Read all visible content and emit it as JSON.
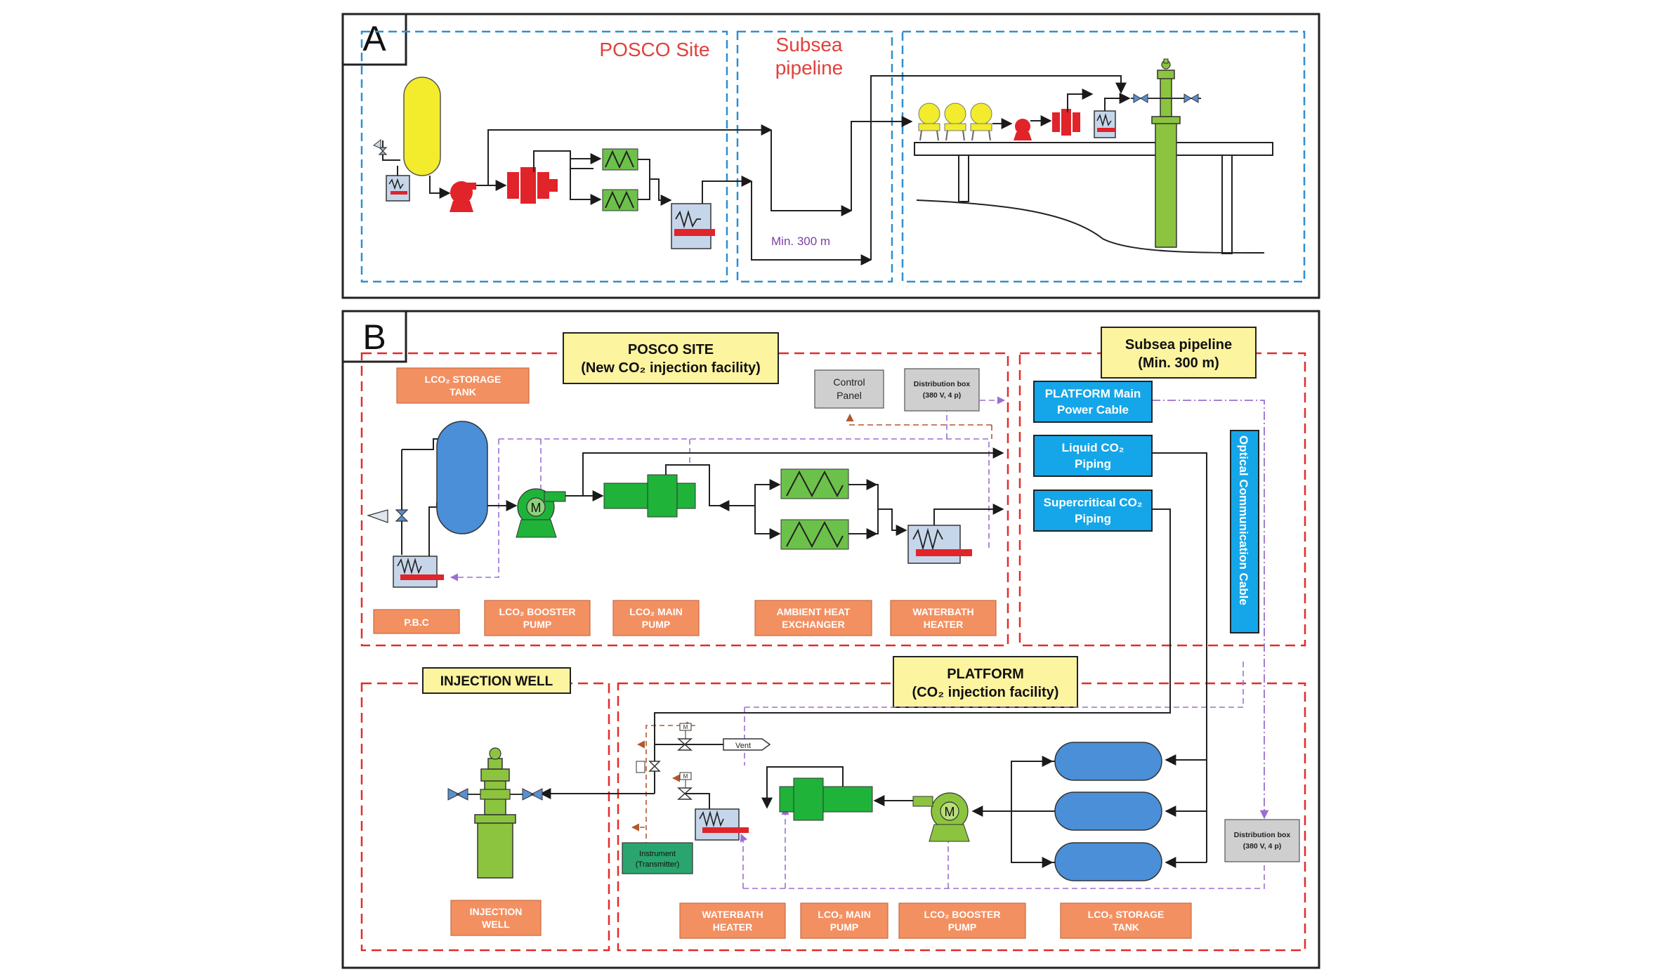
{
  "panel_a": {
    "letter": "A",
    "region_posco": "POSCO Site",
    "region_subsea_line1": "Subsea",
    "region_subsea_line2": "pipeline",
    "min_distance": "Min. 300 m"
  },
  "panel_b": {
    "letter": "B",
    "posco_title_line1": "POSCO SITE",
    "posco_title_line2": "(New CO₂ injection facility)",
    "subsea_title_line1": "Subsea pipeline",
    "subsea_title_line2": "(Min. 300 m)",
    "injection_well_title": "INJECTION WELL",
    "platform_title_line1": "PLATFORM",
    "platform_title_line2": "(CO₂ injection facility)",
    "control_panel_line1": "Control",
    "control_panel_line2": "Panel",
    "distribution_box_line1": "Distribution box",
    "distribution_box_line2": "(380 V, 4 p)",
    "platform_power_line1": "PLATFORM Main",
    "platform_power_line2": "Power Cable",
    "liquid_piping_line1": "Liquid CO₂",
    "liquid_piping_line2": "Piping",
    "supercritical_piping_line1": "Supercritical CO₂",
    "supercritical_piping_line2": "Piping",
    "optical_cable": "Optical Communication Cable",
    "vent": "Vent",
    "instrument_line1": "Instrument",
    "instrument_line2": "(Transmitter)",
    "pump_letter": "M",
    "valve_tag": "M",
    "labels_top": {
      "lco2_storage_line1": "LCO₂ STORAGE",
      "lco2_storage_line2": "TANK",
      "pbc": "P.B.C",
      "booster_line1": "LCO₂ BOOSTER",
      "booster_line2": "PUMP",
      "main_pump_line1": "LCO₂ MAIN",
      "main_pump_line2": "PUMP",
      "ambient_line1": "AMBIENT HEAT",
      "ambient_line2": "EXCHANGER",
      "waterbath_line1": "WATERBATH",
      "waterbath_line2": "HEATER"
    },
    "labels_bottom": {
      "injection_well_line1": "INJECTION",
      "injection_well_line2": "WELL",
      "waterbath_line1": "WATERBATH",
      "waterbath_line2": "HEATER",
      "main_pump_line1": "LCO₂ MAIN",
      "main_pump_line2": "PUMP",
      "booster_line1": "LCO₂ BOOSTER",
      "booster_line2": "PUMP",
      "storage_line1": "LCO₂ STORAGE",
      "storage_line2": "TANK"
    }
  },
  "colors": {
    "region_blue": "#2f8fd0",
    "region_red": "#e32b2b",
    "title_red": "#e0413c",
    "tank_yellow": "#f2ec2c",
    "equip_red": "#e1232a",
    "hx_green": "#6cc14a",
    "tank_blue": "#4a8fd8",
    "equip_green": "#1fb33a",
    "label_orange": "#f39061",
    "title_yellow": "#fdf4a0",
    "piping_blue": "#14a6e8",
    "grey_box": "#cfcfcf",
    "well_green": "#8cc43f",
    "instrument_teal": "#2aa56f",
    "distance_purple": "#7a3fa8",
    "signal_purple": "#9b6fd0",
    "signal_brown": "#b2582c"
  }
}
